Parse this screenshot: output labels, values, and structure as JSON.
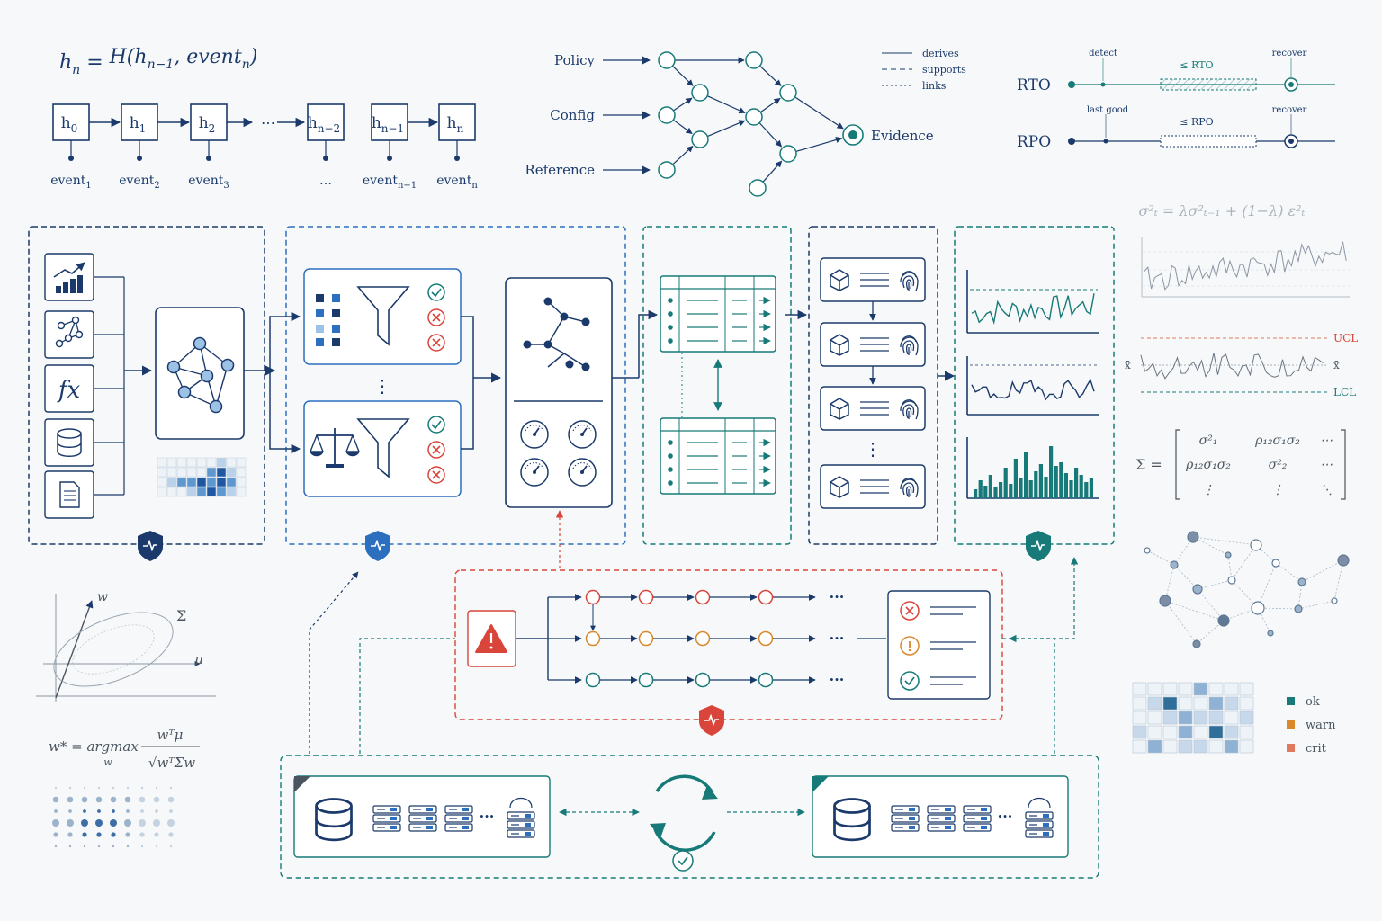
{
  "colors": {
    "navy": "#1b3a6b",
    "blue": "#2c6fbf",
    "teal": "#177a78",
    "red": "#d9453a",
    "orange": "#d9892b",
    "green": "#2d8a7a",
    "gray": "#8a96a3",
    "light_blue": "#9cc3e6"
  },
  "hash_chain": {
    "formula": {
      "lhs": "h",
      "lhs_sub": "n",
      "eq": "=",
      "fn": "H(h",
      "arg_sub": "n−1",
      "mid": ", event",
      "event_sub": "n",
      "close": ")"
    },
    "nodes": [
      {
        "base": "h",
        "sub": "0"
      },
      {
        "base": "h",
        "sub": "1"
      },
      {
        "base": "h",
        "sub": "2"
      },
      {
        "base": "h",
        "sub": "n−2"
      },
      {
        "base": "h",
        "sub": "n−1"
      },
      {
        "base": "h",
        "sub": "n"
      }
    ],
    "ellipsis": "⋯",
    "events": [
      {
        "base": "event",
        "sub": "1"
      },
      {
        "base": "event",
        "sub": "2"
      },
      {
        "base": "event",
        "sub": "3"
      },
      {
        "base": "…",
        "sub": ""
      },
      {
        "base": "event",
        "sub": "n−1"
      },
      {
        "base": "event",
        "sub": "n"
      }
    ]
  },
  "lineage": {
    "sources": [
      "Policy",
      "Config",
      "Reference"
    ],
    "target": "Evidence",
    "legend": [
      "derives",
      "supports",
      "links"
    ]
  },
  "recovery": {
    "rto": {
      "label": "RTO",
      "left_mark": "detect",
      "window": "≤ RTO",
      "right_mark": "recover"
    },
    "rpo": {
      "label": "RPO",
      "left_mark": "last good",
      "window": "≤ RPO",
      "right_mark": "recover"
    }
  },
  "ewma_formula": "σ²ₜ = λσ²ₜ₋₁ + (1−λ) ε²ₜ",
  "control_chart": {
    "ucl": "UCL",
    "lcl": "LCL",
    "center": "x̄"
  },
  "covariance": {
    "lhs": "Σ =",
    "cells": [
      [
        "σ²₁",
        "ρ₁₂σ₁σ₂",
        "⋯"
      ],
      [
        "ρ₁₂σ₁σ₂",
        "σ²₂",
        "⋯"
      ],
      [
        "⋮",
        "⋮",
        "⋱"
      ]
    ]
  },
  "portfolio": {
    "axis_w": "w",
    "axis_mu": "μ",
    "sigma": "Σ",
    "objective": {
      "lhs": "w* = argmax",
      "under": "w",
      "num": "wᵀμ",
      "den": "√wᵀΣw"
    }
  },
  "severity_legend": [
    {
      "label": "ok",
      "color": "#177a78"
    },
    {
      "label": "warn",
      "color": "#d9892b"
    },
    {
      "label": "crit",
      "color": "#e07a5f"
    }
  ],
  "icons": {
    "shield": "shield-icon",
    "alert": "warning-triangle-icon",
    "sync": "sync-icon",
    "check": "check-circle-icon",
    "fingerprint": "fingerprint-icon",
    "cube": "cube-icon",
    "database": "database-icon",
    "document": "document-icon",
    "function": "fx-icon",
    "funnel": "funnel-icon",
    "scales": "scales-icon",
    "gauge": "gauge-icon"
  },
  "function_label": "fx",
  "vertical_ellipsis": "⋮",
  "horizontal_ellipsis": "···"
}
